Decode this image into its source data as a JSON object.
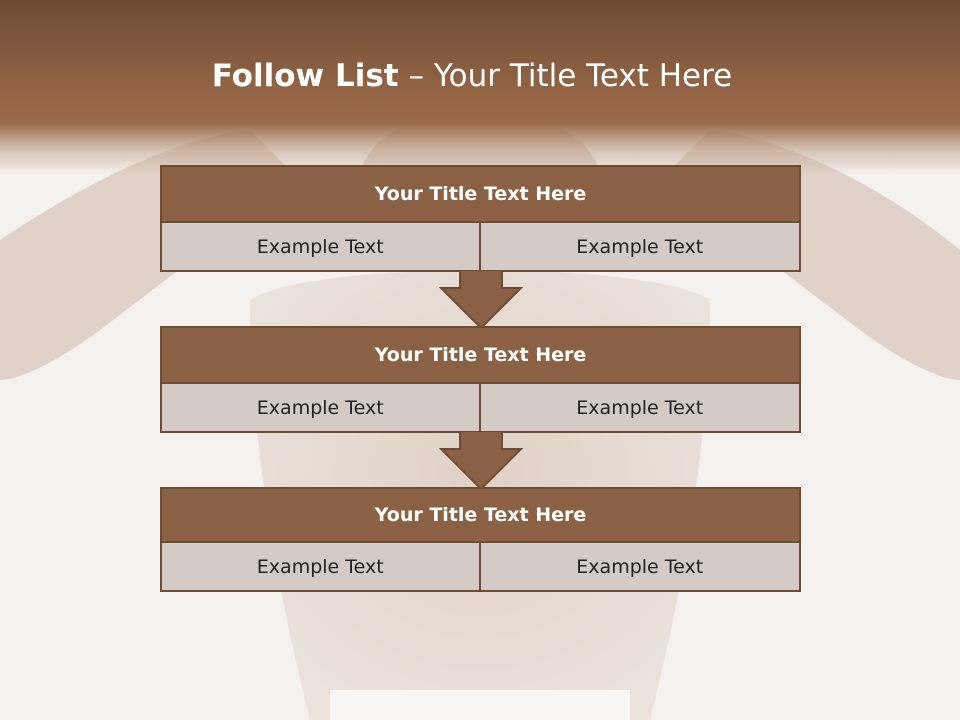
{
  "slide": {
    "title_bold": "Follow List",
    "title_rest": " – Your Title Text Here"
  },
  "blocks": [
    {
      "title": "Your Title Text Here",
      "cells": [
        "Example Text",
        "Example Text"
      ]
    },
    {
      "title": "Your Title Text Here",
      "cells": [
        "Example Text",
        "Example Text"
      ]
    },
    {
      "title": "Your Title Text Here",
      "cells": [
        "Example Text",
        "Example Text"
      ]
    }
  ],
  "colors": {
    "header_brown": "#8e6142",
    "block_title_fill": "#8a6144",
    "block_border": "#6e4b33",
    "cell_fill": "#d4cbc6",
    "arrow_fill": "#8a6144"
  },
  "icons": [
    "down-arrow-icon",
    "down-arrow-icon"
  ]
}
